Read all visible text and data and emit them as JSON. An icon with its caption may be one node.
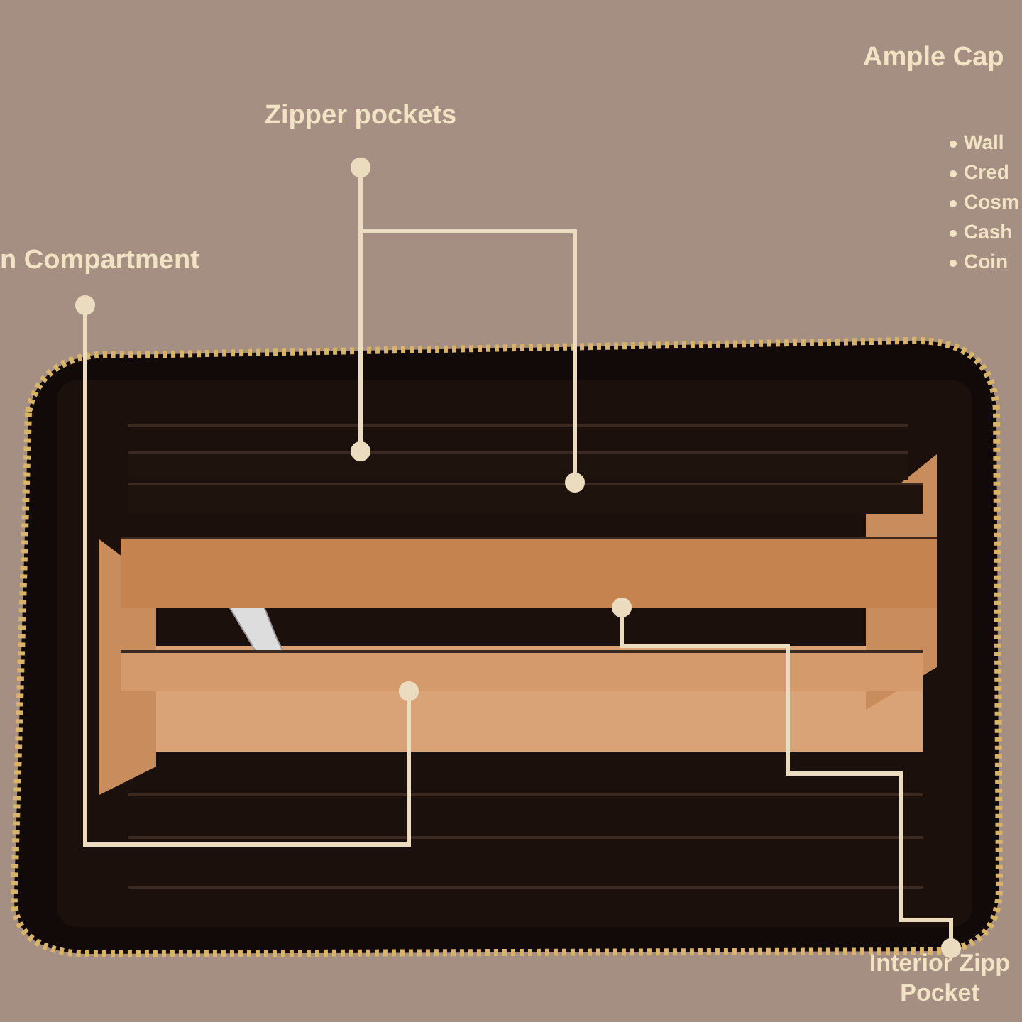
{
  "diagram": {
    "nodes": [
      {
        "text": [
          "Zipper pockets"
        ]
      },
      {
        "text": [
          "n Compartment"
        ]
      },
      {
        "text": [
          "Interior Zipp Pocket"
        ]
      },
      {
        "text": [],
        "shape": "box"
      },
      {
        "text": [],
        "shape": "box"
      },
      {
        "text": [],
        "shape": "box"
      },
      {
        "text": [],
        "shape": "box"
      }
    ],
    "edges": [
      {
        "from": 0,
        "to": 3,
        "arrow": "other"
      },
      {
        "from": 0,
        "to": 4,
        "arrow": "other"
      },
      {
        "from": 1,
        "to": 6,
        "arrow": "other"
      },
      {
        "from": 2,
        "to": 5,
        "arrow": "other"
      }
    ],
    "labels": [
      "Ample Cap",
      "Wall",
      "Cred",
      "Cosm",
      "Cash",
      "Coin"
    ]
  }
}
